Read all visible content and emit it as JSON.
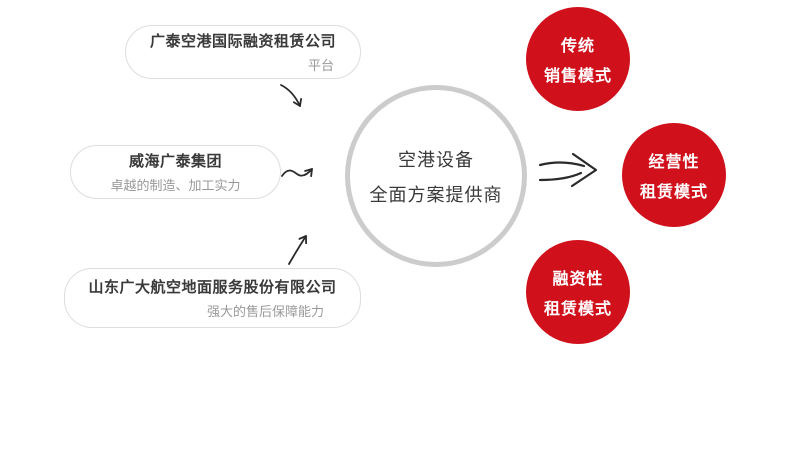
{
  "diagram": {
    "sources": [
      {
        "title": "广泰空港国际融资租赁公司",
        "subtitle": "平台"
      },
      {
        "title": "威海广泰集团",
        "subtitle": "卓越的制造、加工实力"
      },
      {
        "title": "山东广大航空地面服务股份有限公司",
        "subtitle": "强大的售后保障能力"
      }
    ],
    "center": {
      "line1": "空港设备",
      "line2": "全面方案提供商"
    },
    "modes": [
      {
        "line1": "传统",
        "line2": "销售模式"
      },
      {
        "line1": "经营性",
        "line2": "租赁模式"
      },
      {
        "line1": "融资性",
        "line2": "租赁模式"
      }
    ]
  },
  "colors": {
    "accent_red": "#d0111c",
    "circle_border": "#cccccc",
    "box_border": "#dddddd",
    "title": "#3a3a3a",
    "subtitle": "#999999",
    "arrow": "#2a2a2a"
  }
}
